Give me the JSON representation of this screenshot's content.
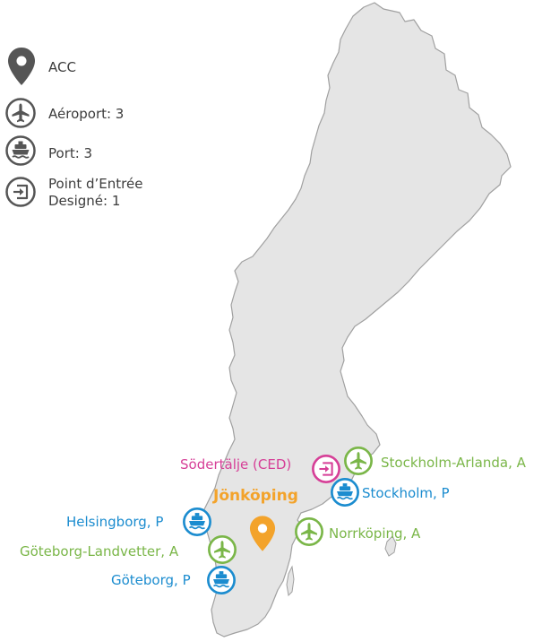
{
  "colors": {
    "land": "#e5e5e5",
    "border": "#a0a0a0",
    "airport": "#7ab648",
    "port": "#1b8ccf",
    "designated_entry": "#d63f97",
    "acc": "#f3a32b",
    "legend_icon": "#555555",
    "legend_text": "#3c3c3c"
  },
  "legend": {
    "acc": {
      "label": "ACC",
      "icon": "map-pin-icon"
    },
    "airport": {
      "label": "Aéroport: 3",
      "icon": "airplane-icon"
    },
    "port": {
      "label": "Port: 3",
      "icon": "ship-icon"
    },
    "designated_entry": {
      "label_line1": "Point d’Entrée",
      "label_line2": "Designé: 1",
      "icon": "entry-icon"
    }
  },
  "acc_city": {
    "label": "Jönköping",
    "icon": "map-pin-icon"
  },
  "points": {
    "sodertalje": {
      "label": "Södertälje (CED)",
      "type": "designated_entry",
      "icon": "entry-icon"
    },
    "arlanda": {
      "label": "Stockholm-Arlanda, A",
      "type": "airport",
      "icon": "airplane-icon"
    },
    "stockholm": {
      "label": "Stockholm, P",
      "type": "port",
      "icon": "ship-icon"
    },
    "helsingborg": {
      "label": "Helsingborg, P",
      "type": "port",
      "icon": "ship-icon"
    },
    "norrkoping": {
      "label": "Norrköping, A",
      "type": "airport",
      "icon": "airplane-icon"
    },
    "landvetter": {
      "label": "Göteborg-Landvetter, A",
      "type": "airport",
      "icon": "airplane-icon"
    },
    "goteborg": {
      "label": "Göteborg, P",
      "type": "port",
      "icon": "ship-icon"
    }
  }
}
